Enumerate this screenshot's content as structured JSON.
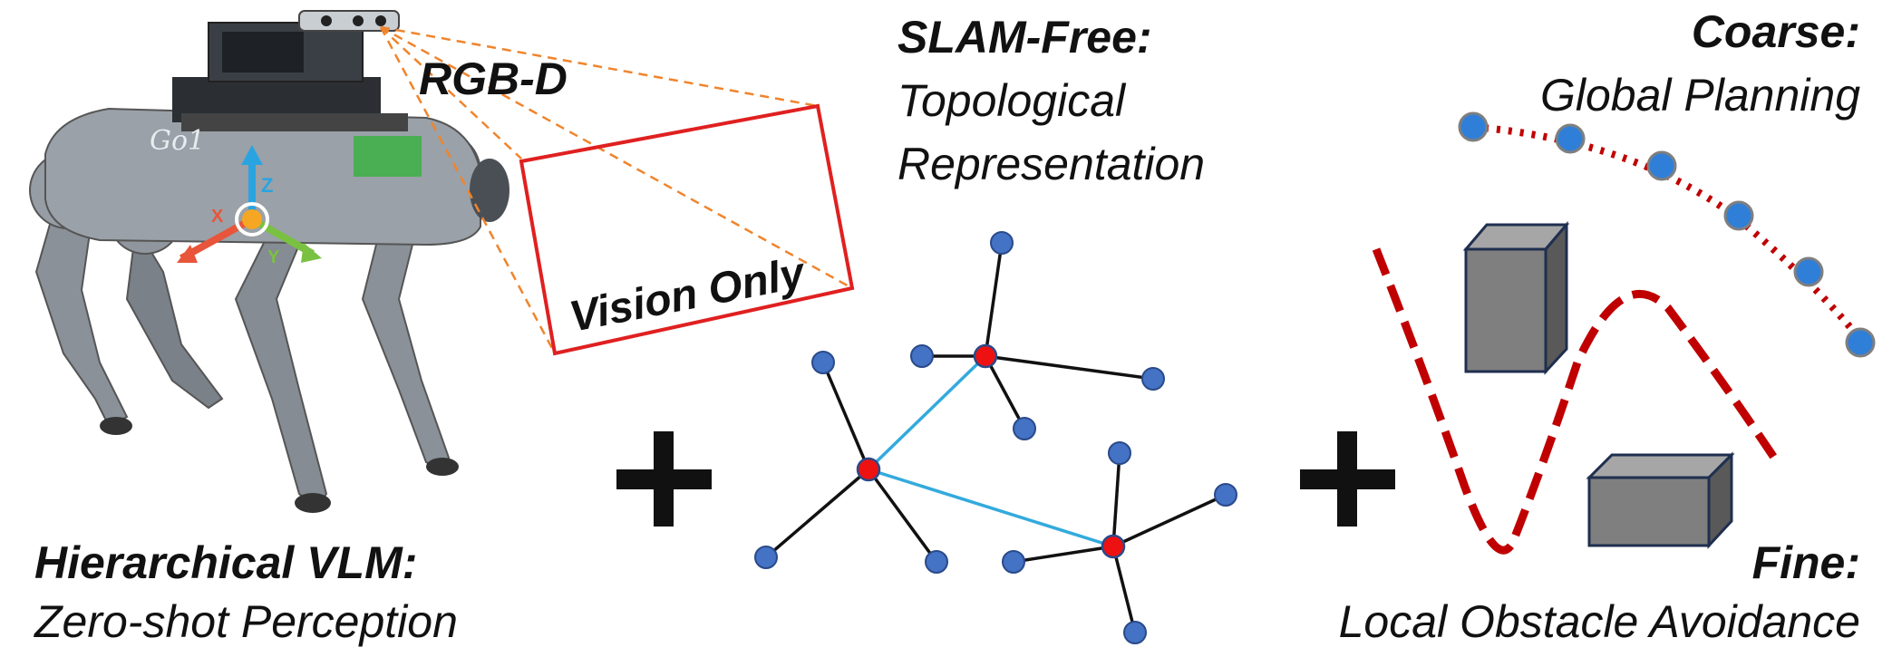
{
  "labels": {
    "rgbd": "RGB-D",
    "vision_only": "Vision Only",
    "robot_logo": "Go1",
    "axis_x": "X",
    "axis_y": "Y",
    "axis_z": "Z",
    "hier_title": "Hierarchical VLM:",
    "hier_sub": "Zero-shot Perception",
    "slam_title": "SLAM-Free:",
    "slam_sub1": "Topological",
    "slam_sub2": "Representation",
    "coarse_title": "Coarse:",
    "coarse_sub": "Global Planning",
    "fine_title": "Fine:",
    "fine_sub": "Local Obstacle Avoidance",
    "plus1": "+",
    "plus2": "+"
  },
  "colors": {
    "frustum": "#f0842c",
    "frame": "#e02020",
    "graph_node": "#4472c4",
    "hub_node": "#ee1111",
    "graph_edge": "#111111",
    "hub_link": "#33aadd",
    "path": "#c00000",
    "box_fill": "#7f7f7f",
    "box_stroke": "#1f2f4f",
    "axis_x": "#e8553a",
    "axis_y": "#7ac142",
    "axis_z": "#2aa4e0",
    "robot_body": "#8c949c"
  },
  "icons": [
    "quadruped-robot-icon",
    "rgbd-camera-icon",
    "obstacle-box-icon"
  ]
}
